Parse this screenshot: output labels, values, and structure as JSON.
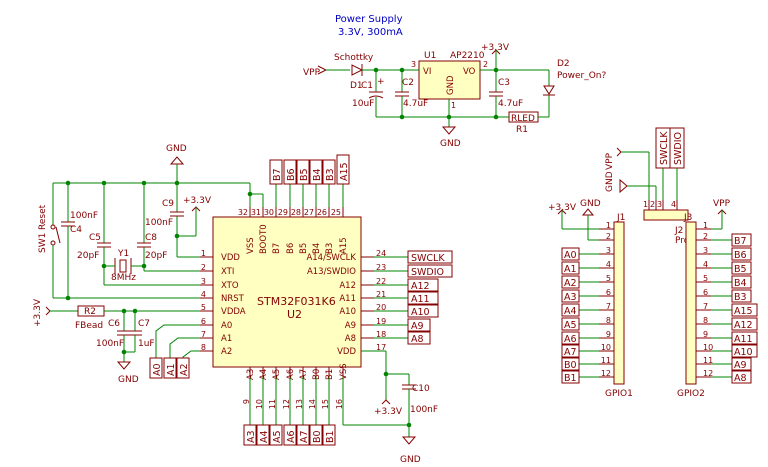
{
  "title": {
    "line1": "Power Supply",
    "line2": "3.3V, 300mA"
  },
  "power_section": {
    "vpp": "VPP",
    "schottky": "Schottky",
    "d1": "D1",
    "c1": "C1",
    "c1_plus": "+",
    "c1_val": "10uF",
    "u1": "U1",
    "u1_part": "AP2210",
    "vi": "VI",
    "vo": "VO",
    "gnd_pin": "GND",
    "pin3": "3",
    "pin2": "2",
    "pin1": "1",
    "c2": "C2",
    "c2_val": "4.7uF",
    "c3": "C3",
    "c3_val": "4.7uF",
    "v33": "+3.3V",
    "d2": "D2",
    "d2_name": "Power_On?",
    "r1": "R1",
    "r1_val": "RLED",
    "gnd": "GND"
  },
  "mcu_section": {
    "gnd_top": "GND",
    "sw1": "SW1",
    "reset": "Reset",
    "c4": "C4",
    "c4_val": "100nF",
    "c5": "C5",
    "c5_val": "20pF",
    "y1": "Y1",
    "y1_val": "8MHz",
    "c8": "C8",
    "c8_val": "20pF",
    "c9": "C9",
    "c9_val": "100nF",
    "v33_a": "+3.3V",
    "v33_b": "+3.3V",
    "v33_c": "+3.3V",
    "r2": "R2",
    "r2_val": "FBead",
    "c6": "C6",
    "c6_val": "100nF",
    "c7": "C7",
    "c7_val": "1uF",
    "gnd_bot1": "GND",
    "gnd_bot2": "GND",
    "c10": "C10",
    "c10_val": "100nF",
    "u2_part": "STM32F031K6",
    "u2_ref": "U2",
    "top_pin_names": [
      "VSS",
      "BOOT0",
      "B7",
      "B6",
      "B5",
      "B4",
      "B3",
      "A15"
    ],
    "top_pin_nums": [
      "32",
      "31",
      "30",
      "29",
      "28",
      "27",
      "26",
      "25"
    ],
    "top_tags": [
      "B7",
      "B6",
      "B5",
      "B4",
      "B3",
      "A15"
    ],
    "left_pin_names": [
      "VDD",
      "XTI",
      "XTO",
      "NRST",
      "VDDA",
      "A0",
      "A1",
      "A2"
    ],
    "left_pin_nums": [
      "1",
      "2",
      "3",
      "4",
      "5",
      "6",
      "7",
      "8"
    ],
    "left_tags": [
      "A0",
      "A1",
      "A2"
    ],
    "right_pin_names": [
      "A14/SWCLK",
      "A13/SWDIO",
      "A12",
      "A11",
      "A10",
      "A9",
      "A8",
      "VDD"
    ],
    "right_pin_nums": [
      "24",
      "23",
      "22",
      "21",
      "20",
      "19",
      "18",
      "17"
    ],
    "right_tags": [
      "SWCLK",
      "SWDIO",
      "A12",
      "A11",
      "A10",
      "A9",
      "A8"
    ],
    "bottom_pin_names": [
      "A3",
      "A4",
      "A5",
      "A6",
      "A7",
      "B0",
      "B1",
      "VSS"
    ],
    "bottom_pin_nums": [
      "9",
      "10",
      "11",
      "12",
      "13",
      "14",
      "15",
      "16"
    ],
    "bottom_tags": [
      "A3",
      "A4",
      "A5",
      "A6",
      "A7",
      "B0",
      "B1"
    ]
  },
  "connector_section": {
    "j2": "J2",
    "j2_name": "Prog",
    "j2_tags": [
      "SWCLK",
      "SWDIO"
    ],
    "j2_pins": [
      "1",
      "2",
      "3",
      "4"
    ],
    "vpp": "VPP",
    "gnd": "GND",
    "gnd_small": "GND",
    "v33": "+3.3V",
    "vpp_right": "VPP",
    "j1": "J1",
    "j1_name": "GPIO1",
    "j1_pins": [
      "1",
      "2",
      "3",
      "4",
      "5",
      "6",
      "7",
      "8",
      "9",
      "10",
      "11",
      "12"
    ],
    "j1_tags": [
      "A0",
      "A1",
      "A2",
      "A3",
      "A4",
      "A5",
      "A6",
      "A7",
      "B0",
      "B1"
    ],
    "j3": "J3",
    "j3_name": "GPIO2",
    "j3_pins": [
      "1",
      "2",
      "3",
      "4",
      "5",
      "6",
      "7",
      "8",
      "9",
      "10",
      "11",
      "12"
    ],
    "j3_tags": [
      "B7",
      "B6",
      "B5",
      "B4",
      "B3",
      "A15",
      "A12",
      "A11",
      "A10",
      "A9",
      "A8"
    ]
  },
  "colors": {
    "wire": "#008400",
    "component": "#840000",
    "text_blue": "#0000c4",
    "body_fill": "#ffffc2"
  }
}
